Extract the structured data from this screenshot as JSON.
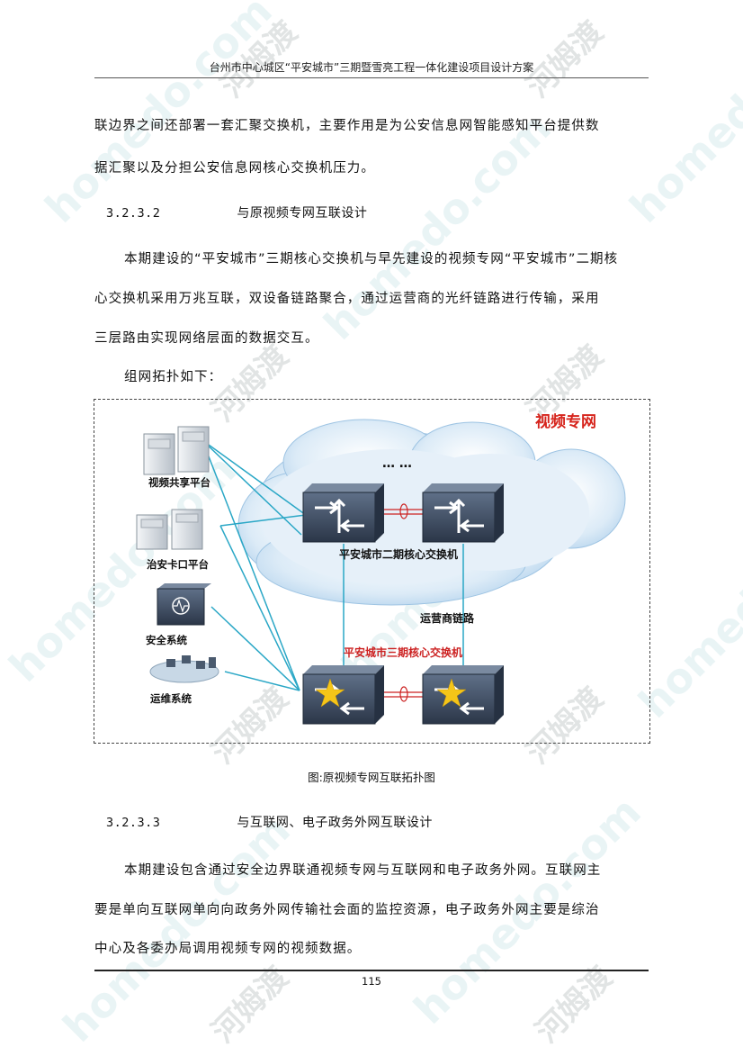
{
  "header": {
    "title": "台州市中心城区“平安城市”三期暨雪亮工程一体化建设项目设计方案"
  },
  "paragraphs": {
    "p1_line1": "联边界之间还部署一套汇聚交换机，主要作用是为公安信息网智能感知平台提供数",
    "p1_line2": "据汇聚以及分担公安信息网核心交换机压力。",
    "p2_line1": "本期建设的“平安城市”三期核心交换机与早先建设的视频专网“平安城市”二期核",
    "p2_line2": "心交换机采用万兆互联，双设备链路聚合，通过运营商的光纤链路进行传输，采用",
    "p2_line3": "三层路由实现网络层面的数据交互。",
    "p3_line1": "组网拓扑如下：",
    "p4_line1": "本期建设包含通过安全边界联通视频专网与互联网和电子政务外网。互联网主",
    "p4_line2": "要是单向互联网单向向政务外网传输社会面的监控资源，电子政务外网主要是综治",
    "p4_line3": "中心及各委办局调用视频专网的视频数据。"
  },
  "headings": [
    {
      "number": "3.2.3.2",
      "title": "与原视频专网互联设计"
    },
    {
      "number": "3.2.3.3",
      "title": "与互联网、电子政务外网互联设计"
    }
  ],
  "figure": {
    "cloud_title": "视频专网",
    "ellipsis": "… …",
    "phase2_label": "平安城市二期核心交换机",
    "carrier_label": "运营商链路",
    "phase3_label": "平安城市三期核心交换机",
    "left_devices": [
      "视频共享平台",
      "治安卡口平台",
      "安全系统",
      "运维系统"
    ],
    "caption": "图:原视频专网互联拓扑图",
    "colors": {
      "link": "#2aa7c6",
      "red_link": "#cc2222",
      "cloud": "#cfe3f3",
      "device": "#3a4a60",
      "star": "#f5c518"
    }
  },
  "watermark": {
    "text_cn": "河姆渡",
    "text_en": "homedo.com"
  },
  "footer": {
    "page_number": "115"
  }
}
